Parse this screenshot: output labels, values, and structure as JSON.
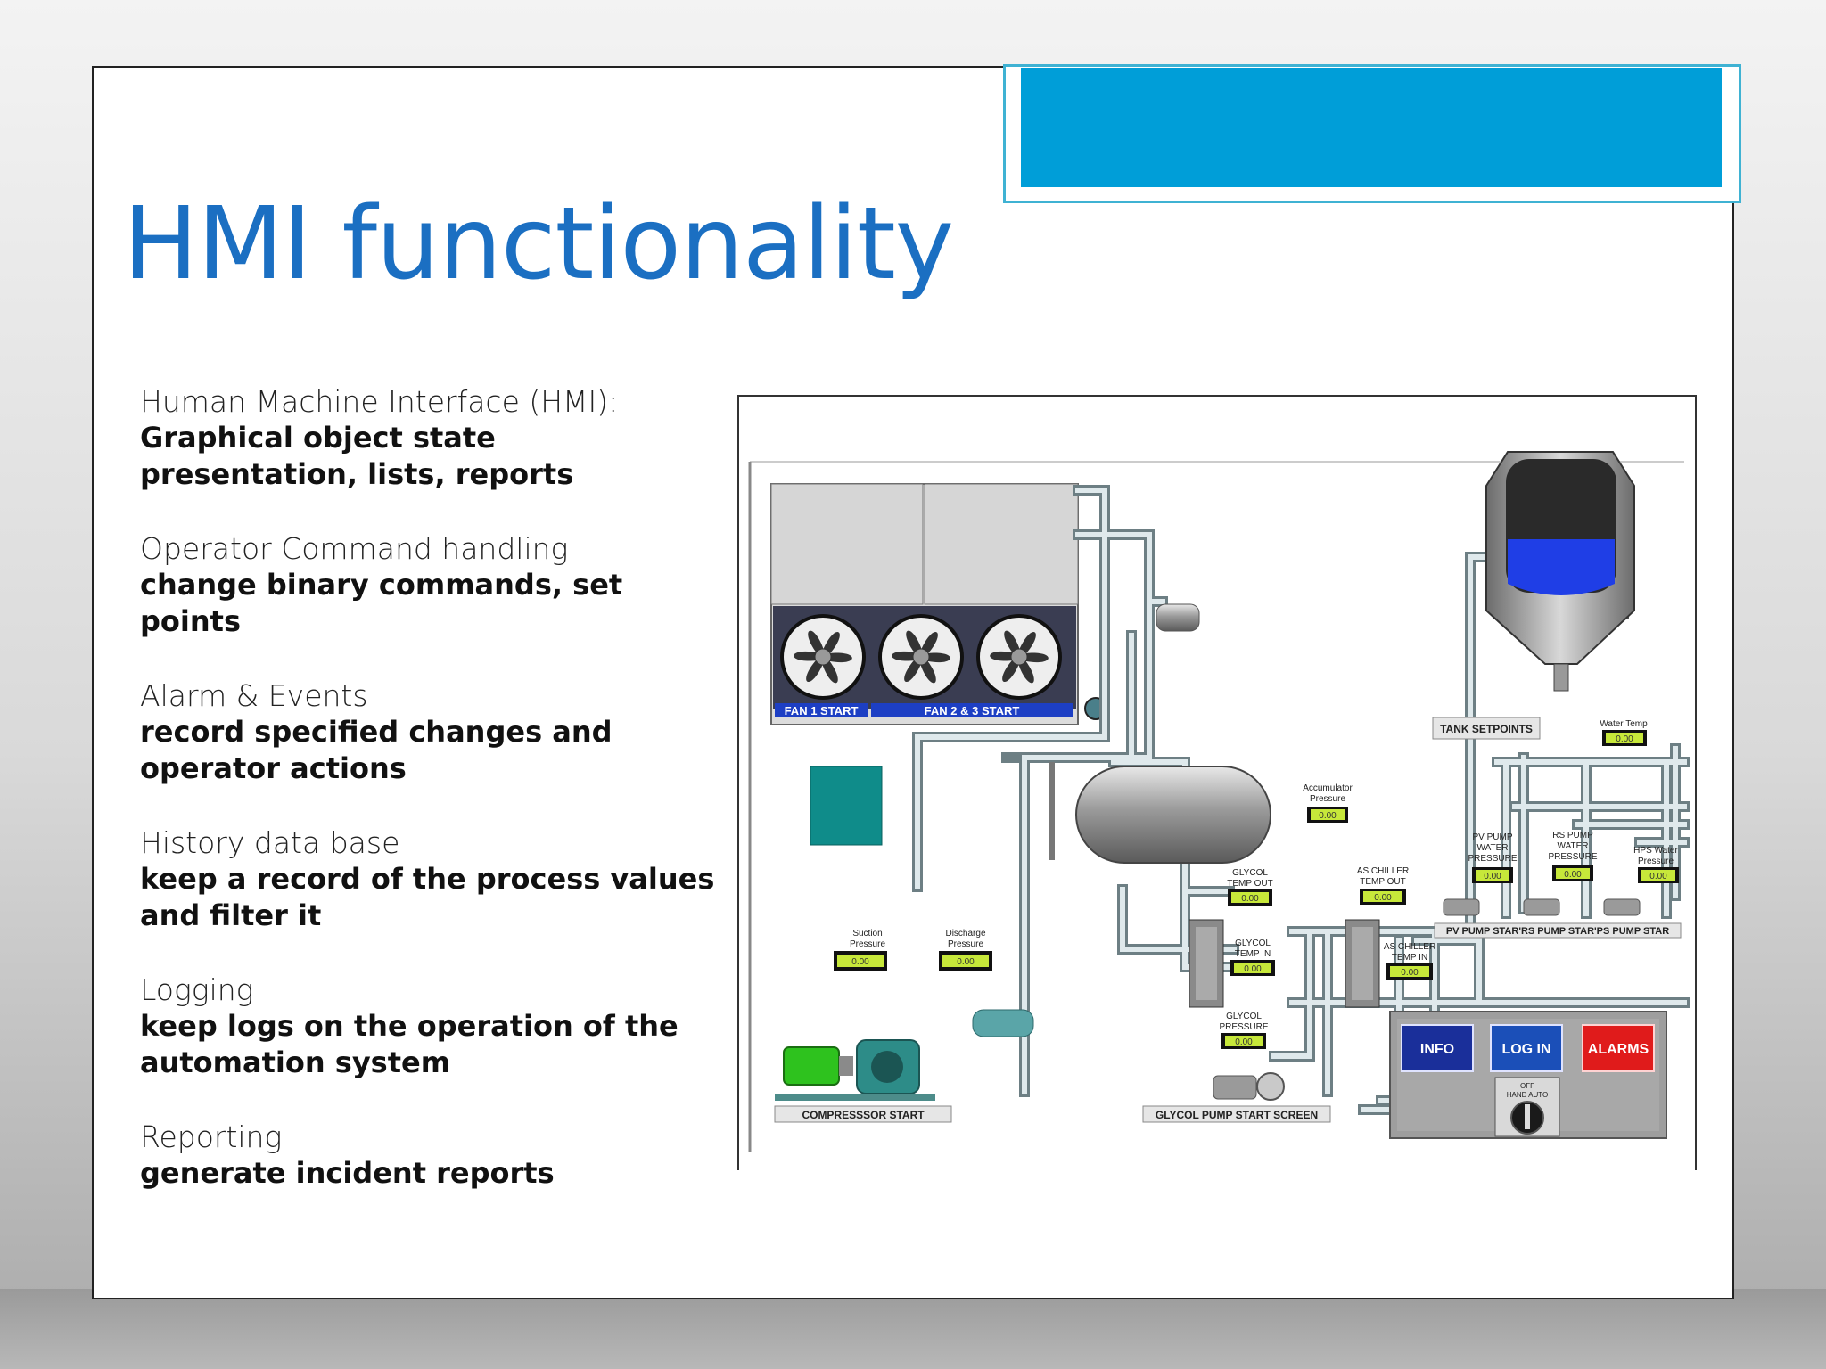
{
  "slide": {
    "title": "HMI functionality",
    "features": [
      {
        "heading": "Human Machine Interface (HMI):",
        "description": "Graphical object state presentation, lists, reports"
      },
      {
        "heading": "Operator Command handling",
        "description": "change binary commands, set points"
      },
      {
        "heading": "Alarm & Events",
        "description": "record specified changes and operator actions"
      },
      {
        "heading": "History data base",
        "description": "keep a record of the process values and filter it"
      },
      {
        "heading": "Logging",
        "description": "keep logs on the operation of the automation system"
      },
      {
        "heading": "Reporting",
        "description": "generate incident reports"
      }
    ]
  },
  "hmi": {
    "fan1_label": "FAN 1 START",
    "fan23_label": "FAN 2 & 3 START",
    "compressor_label": "COMPRESSSOR START",
    "glycol_pump_label": "GLYCOL PUMP START SCREEN",
    "tank_setpoints": "TANK SETPOINTS",
    "water_temp": "Water Temp",
    "accumulator_1": "Accumulator",
    "accumulator_2": "Pressure",
    "suction_1": "Suction",
    "suction_2": "Pressure",
    "discharge_1": "Discharge",
    "discharge_2": "Pressure",
    "glycol_temp_out_1": "GLYCOL",
    "glycol_temp_out_2": "TEMP OUT",
    "glycol_temp_in_1": "GLYCOL",
    "glycol_temp_in_2": "TEMP IN",
    "glycol_pressure_1": "GLYCOL",
    "glycol_pressure_2": "PRESSURE",
    "as_chiller_out_1": "AS CHILLER",
    "as_chiller_out_2": "TEMP OUT",
    "as_chiller_in_1": "AS CHILLER",
    "as_chiller_in_2": "TEMP IN",
    "pv_pump_1": "PV PUMP",
    "pv_pump_2": "WATER",
    "pv_pump_3": "PRESSURE",
    "rs_pump_1": "RS PUMP",
    "rs_pump_2": "WATER",
    "rs_pump_3": "PRESSURE",
    "hps_water_1": "HPS Water",
    "hps_water_2": "Pressure",
    "pump_starts": "PV PUMP STAR'RS PUMP STAR'PS PUMP STAR",
    "gauge_value": "0.00",
    "info_label": "INFO",
    "login_label": "LOG IN",
    "alarms_label": "ALARMS",
    "switch_off": "OFF",
    "switch_hand_auto": "HAND  AUTO"
  },
  "colors": {
    "title": "#1b6fc2",
    "accent": "#009ed8",
    "info_button": "#1a2f9a",
    "alarm_button": "#e01b1b",
    "tank_liquid": "#1f3ee6"
  }
}
